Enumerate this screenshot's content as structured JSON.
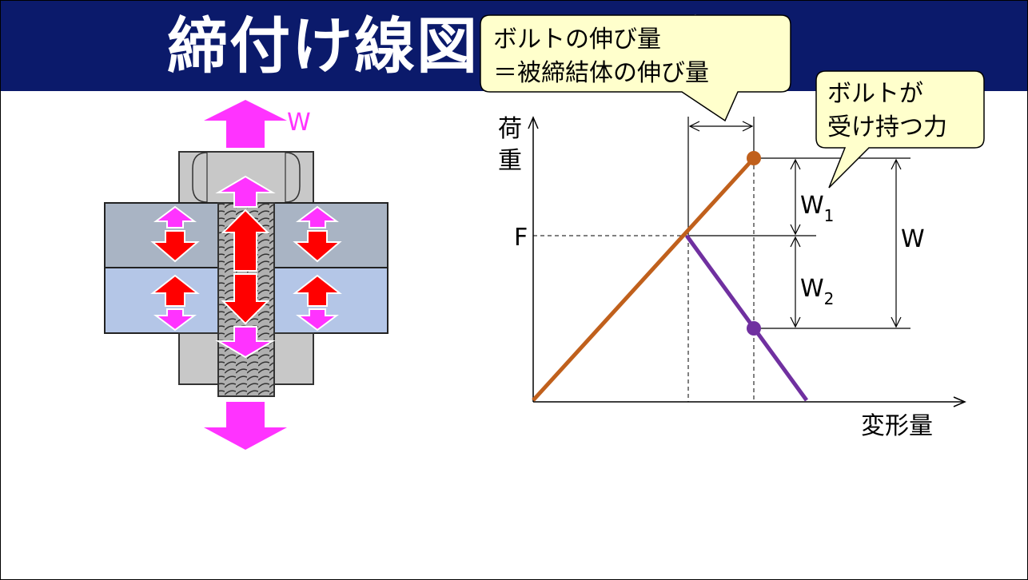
{
  "title": "締付け線図による方法",
  "callouts": {
    "elongation": {
      "line1": "ボルトの伸び量",
      "line2": "＝被締結体の伸び量"
    },
    "bolt_force": {
      "line1": "ボルトが",
      "line2": "受け持つ力"
    }
  },
  "assembly": {
    "force_label": "W"
  },
  "graph": {
    "y_axis_label": [
      "荷",
      "重"
    ],
    "x_axis_label": "変形量",
    "preload_label": "F",
    "w1_label": {
      "base": "W",
      "sub": "1"
    },
    "w2_label": {
      "base": "W",
      "sub": "2"
    },
    "w_label": "W"
  },
  "colors": {
    "header_bg": "#0b1a6b",
    "bolt_line": "#c0601c",
    "clamped_line": "#7030a0",
    "magenta_arrow": "#ff33ff",
    "red_arrow": "#ff0000",
    "plate_upper": "#a9b4c4",
    "plate_lower": "#b4c6e7",
    "callout_fill": "#ffffcc"
  }
}
